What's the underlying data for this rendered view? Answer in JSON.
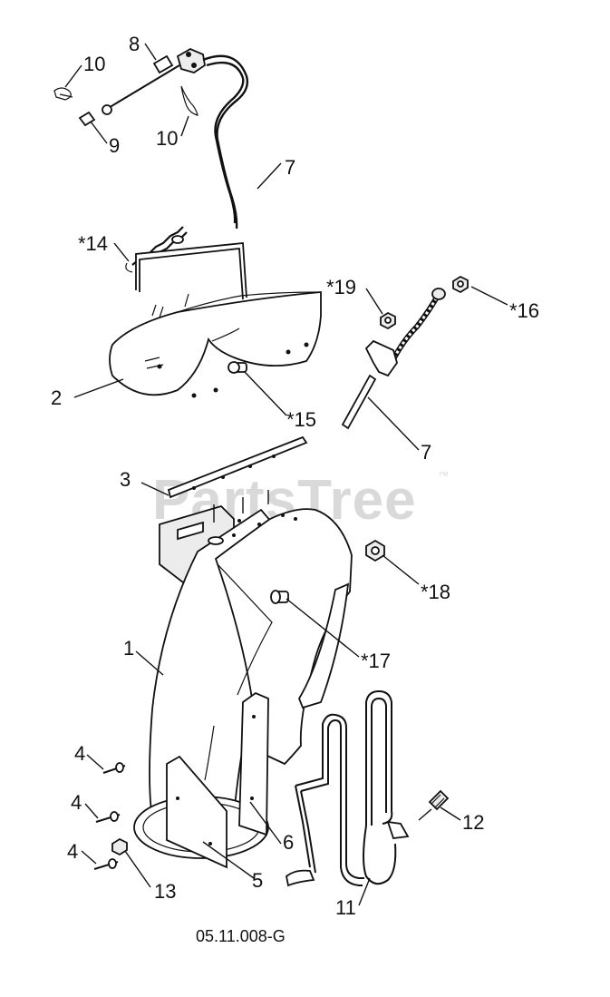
{
  "watermark": {
    "text": "PartsTree",
    "tm": "™"
  },
  "figure_code": "05.11.008-G",
  "labels": {
    "p1": "1",
    "p2": "2",
    "p3": "3",
    "p4a": "4",
    "p4b": "4",
    "p4c": "4",
    "p5": "5",
    "p6": "6",
    "p7a": "7",
    "p7b": "7",
    "p8": "8",
    "p9": "9",
    "p10a": "10",
    "p10b": "10",
    "p11": "11",
    "p12": "12",
    "p13": "13",
    "p14": "*14",
    "p15": "*15",
    "p16": "*16",
    "p17": "*17",
    "p18": "*18",
    "p19": "*19"
  }
}
